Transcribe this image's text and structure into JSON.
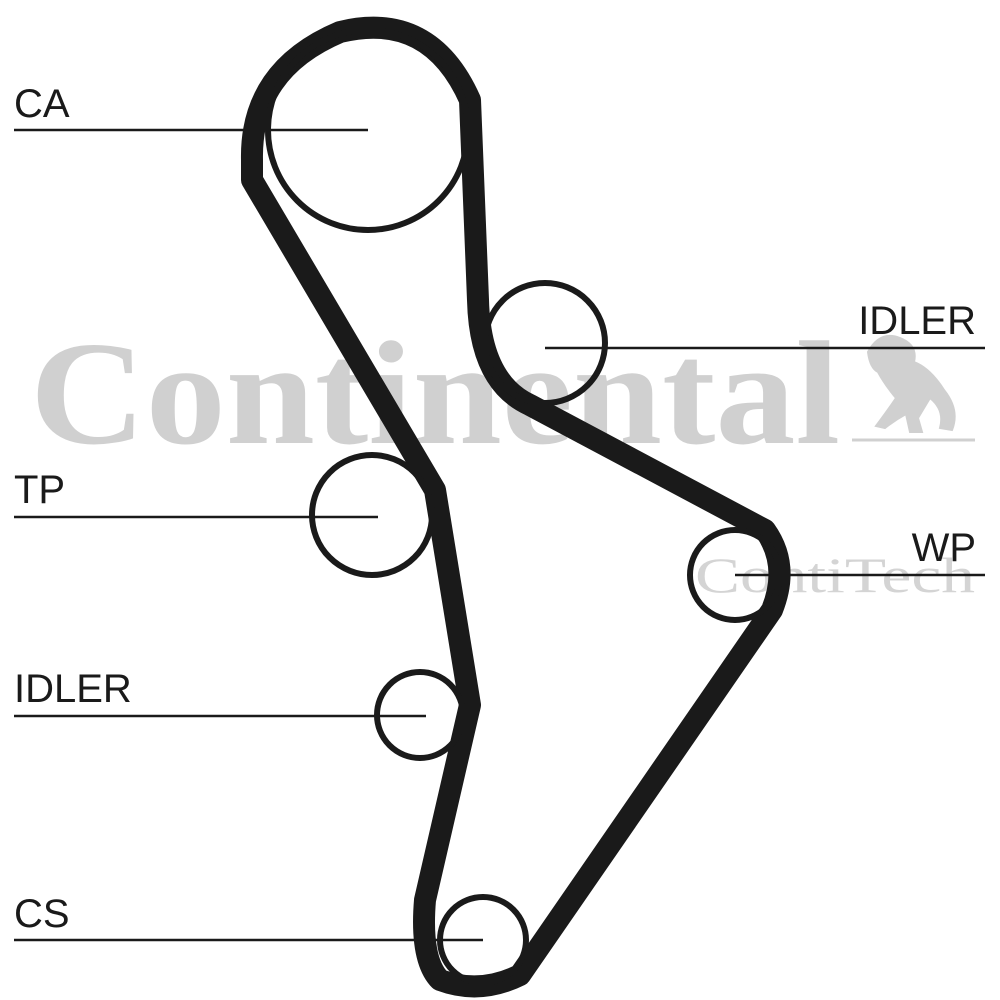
{
  "watermark": {
    "brand": "Continental",
    "sub_brand": "ContiTech",
    "logo_icon": "rearing-horse-icon",
    "color": "#d0d0d0"
  },
  "diagram": {
    "belt_color": "#1a1a1a",
    "labels": {
      "ca": "CA",
      "idler_top": "IDLER",
      "tp": "TP",
      "wp": "WP",
      "idler_bottom": "IDLER",
      "cs": "CS"
    }
  }
}
